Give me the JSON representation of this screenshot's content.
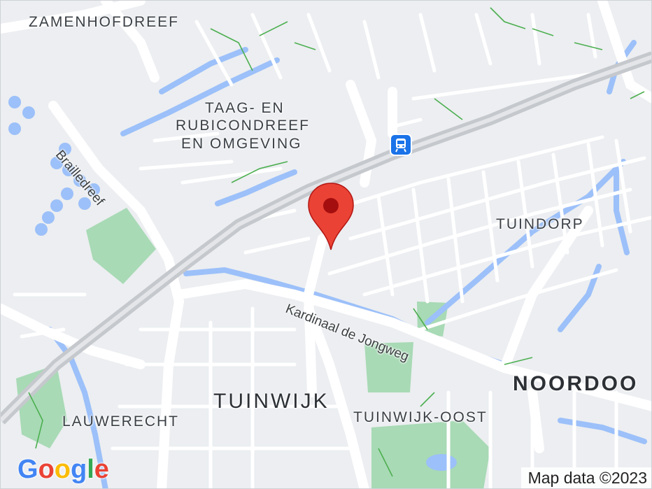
{
  "map": {
    "labels": {
      "zamenhofdreef": "ZAMENHOFDREEF",
      "taag_line1": "TAAG- EN",
      "taag_line2": "RUBICONDREEF",
      "taag_line3": "EN OMGEVING",
      "brailledreef": "Brailledreef",
      "tuindorp": "TUINDORP",
      "kardinaal": "Kardinaal de Jongweg",
      "noordoost": "NOORDOO",
      "tuinwijk": "TUINWIJK",
      "tuinwijk_oost": "TUINWIJK-OOST",
      "lauwerecht": "LAUWERECHT"
    },
    "logo": {
      "g1": "G",
      "o1": "o",
      "o2": "o",
      "g2": "g",
      "l": "l",
      "e": "e"
    },
    "logo_colors": {
      "blue": "#4285F4",
      "red": "#EA4335",
      "yellow": "#FBBC05",
      "green": "#34A853"
    },
    "attribution": "Map data ©2023",
    "pin_color": "#EA4335",
    "pin_dot_color": "#A50E0E",
    "transit_icon": "train-station-icon",
    "transit_color": "#1a73e8",
    "water_color": "#9cc0f9",
    "park_color": "#a8dab5",
    "road_color": "#ffffff",
    "rail_color": "#c5c8cc"
  }
}
